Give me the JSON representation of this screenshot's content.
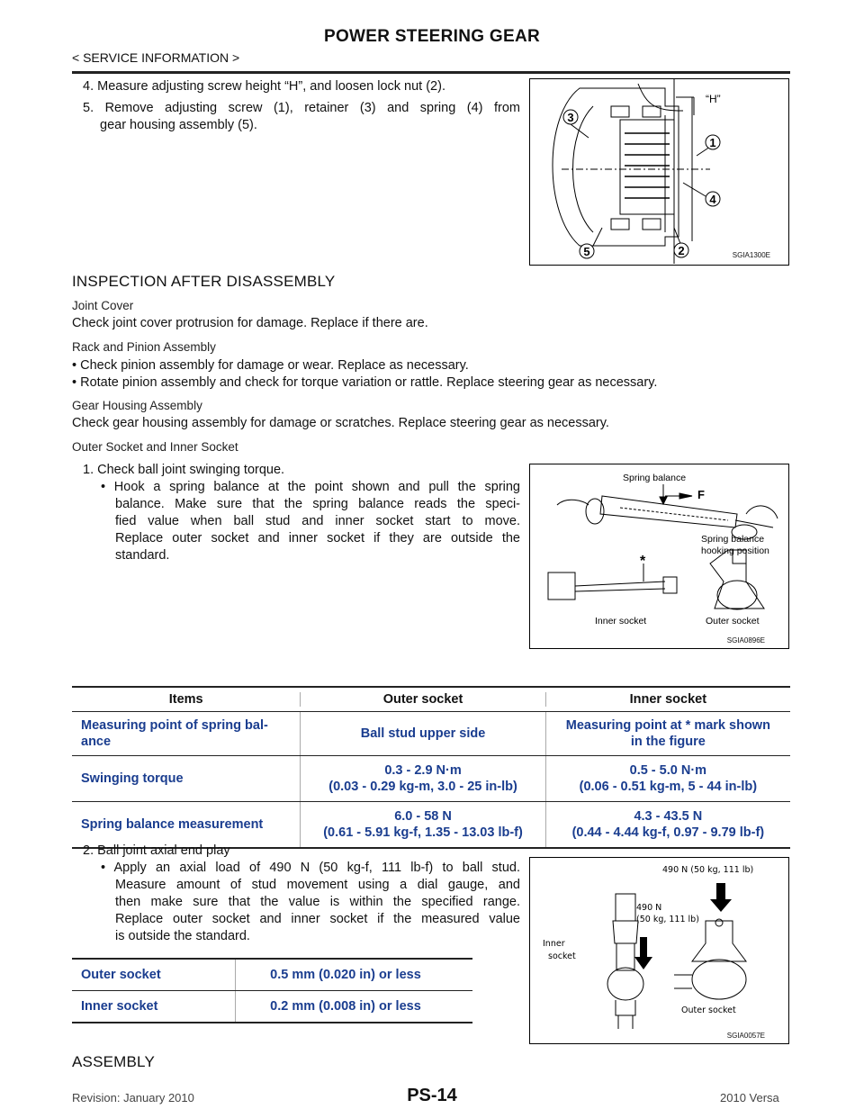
{
  "header": {
    "title": "POWER STEERING GEAR",
    "section": "< SERVICE INFORMATION >"
  },
  "steps_top": {
    "step4": "4. Measure adjusting screw height “H”, and loosen lock nut (2).",
    "step5_line1": "5. Remove adjusting screw (1), retainer (3) and spring (4) from",
    "step5_line2": "gear housing assembly (5)."
  },
  "figure1": {
    "code": "SGIA1300E",
    "h_label": "“H”",
    "callouts": [
      "1",
      "2",
      "3",
      "4",
      "5"
    ]
  },
  "inspection": {
    "heading": "INSPECTION AFTER DISASSEMBLY",
    "joint_cover_heading": "Joint Cover",
    "joint_cover_text": "Check joint cover protrusion for damage. Replace if there are.",
    "rack_heading": "Rack and Pinion Assembly",
    "rack_bullet1": "• Check pinion assembly for damage or wear. Replace as necessary.",
    "rack_bullet2": "• Rotate pinion assembly and check for torque variation or rattle. Replace steering gear as necessary.",
    "housing_heading": "Gear Housing Assembly",
    "housing_text": "Check gear housing assembly for damage or scratches. Replace steering gear as necessary.",
    "socket_heading": "Outer Socket and Inner Socket",
    "step1": "1. Check ball joint swinging torque.",
    "step1_bullet": [
      "• Hook a spring balance at the point shown and pull the spring",
      "balance. Make sure that the spring balance reads the speci-",
      "fied value when ball stud and inner socket start to move.",
      "Replace outer socket and inner socket if they are outside the",
      "standard."
    ]
  },
  "figure2": {
    "code": "SGIA0896E",
    "label_spring_balance": "Spring balance",
    "label_f": "F",
    "label_hooking_1": "Spring balance",
    "label_hooking_2": "hooking position",
    "label_star": "*",
    "label_inner": "Inner socket",
    "label_outer": "Outer socket"
  },
  "spec_table": {
    "headers": [
      "Items",
      "Outer socket",
      "Inner socket"
    ],
    "rows": [
      {
        "item": [
          "Measuring point of spring bal-",
          "ance"
        ],
        "outer": [
          "Ball stud upper side"
        ],
        "inner": [
          "Measuring point at * mark shown",
          "in the figure"
        ]
      },
      {
        "item": [
          "Swinging torque"
        ],
        "outer": [
          "0.3  -  2.9 N·m",
          "(0.03 - 0.29 kg-m, 3.0 - 25 in-lb)"
        ],
        "inner": [
          "0.5  -  5.0 N·m",
          "(0.06 - 0.51 kg-m, 5 - 44 in-lb)"
        ]
      },
      {
        "item": [
          "Spring balance measurement"
        ],
        "outer": [
          "6.0 - 58 N",
          "(0.61 - 5.91 kg-f, 1.35 - 13.03 lb-f)"
        ],
        "inner": [
          "4.3 - 43.5 N",
          "(0.44 - 4.44 kg-f, 0.97 - 9.79 lb-f)"
        ]
      }
    ]
  },
  "step2": {
    "title": "2. Ball joint axial end play",
    "bullet": [
      "• Apply an axial load of 490 N (50 kg-f, 111 lb-f) to ball stud.",
      "Measure amount of stud movement using a dial gauge, and",
      "then make sure that the value is within the specified range.",
      "Replace outer socket and inner socket if the measured value",
      "is outside the standard."
    ]
  },
  "endplay_table": {
    "rows": [
      {
        "item": "Outer socket",
        "value": "0.5 mm (0.020 in) or less"
      },
      {
        "item": "Inner socket",
        "value": "0.2 mm (0.008 in) or less"
      }
    ]
  },
  "figure3": {
    "code": "SGIA0057E",
    "label_top": "490 N (50 kg, 111 lb)",
    "label_mid_1": "490 N",
    "label_mid_2": "(50 kg, 111 lb)",
    "label_inner_1": "Inner",
    "label_inner_2": "socket",
    "label_outer": "Outer socket"
  },
  "assembly_heading": "ASSEMBLY",
  "footer": {
    "revision": "Revision: January 2010",
    "page": "PS-14",
    "model": "2010 Versa"
  }
}
